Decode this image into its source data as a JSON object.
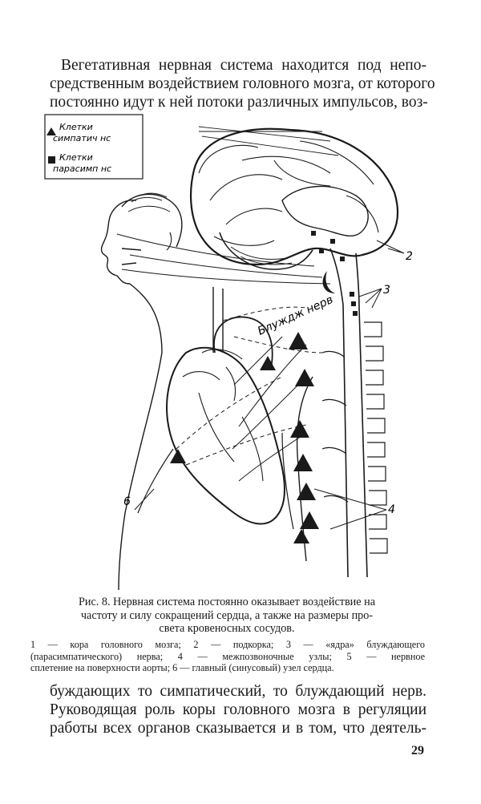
{
  "paragraph_top": {
    "lines": [
      "Вегетативная нервная система находится под непо-",
      "средственным воздействием головного мозга, от которого",
      "постоянно идут к ней потоки различных импульсов, воз-"
    ]
  },
  "figure": {
    "legend": {
      "item1": [
        "Клетки",
        "симпатич нс"
      ],
      "item2": [
        "Клетки",
        "парасимп нс"
      ]
    },
    "labels": {
      "vagus": "Блуждж нерв",
      "n2": "2",
      "n3": "3",
      "n4": "4",
      "n6": "6"
    }
  },
  "caption": {
    "lines": [
      "Рис. 8. Нервная система постоянно оказывает воздействие на",
      "частоту и силу сокращений сердца, а также на размеры про-",
      "света кровеносных сосудов."
    ]
  },
  "legend_text": {
    "lines": [
      "1 — кора головного мозга; 2 — подкорка; 3 — «ядра» блуждающего",
      "(парасимпатического) нерва; 4 — межпозвоночные узлы; 5 — нервное",
      "сплетение на поверхности аорты; 6 — главный (синусовый) узел сердца."
    ]
  },
  "paragraph_bottom": {
    "lines": [
      "буждающих то симпатический, то блуждающий нерв.",
      "Руководящая роль коры головного мозга в регуляции",
      "работы всех органов сказывается и в том, что деятель-"
    ]
  },
  "page_number": "29"
}
